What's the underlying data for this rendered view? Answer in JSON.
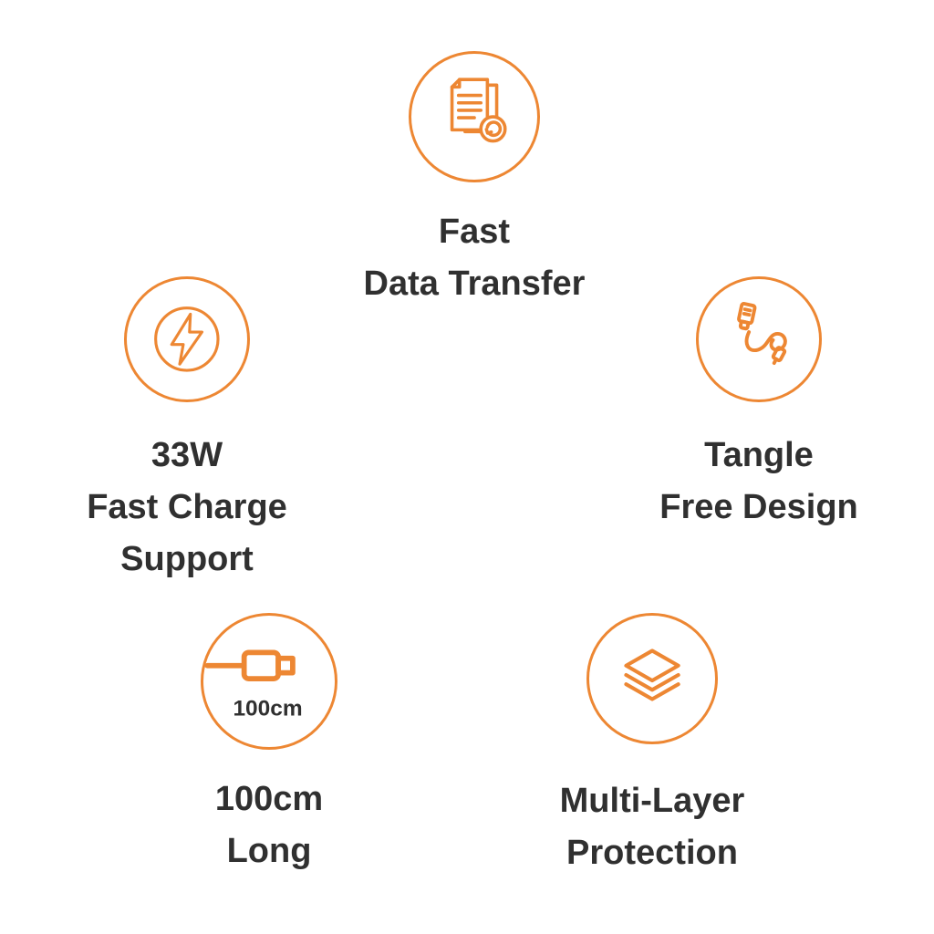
{
  "page": {
    "background": "#ffffff",
    "accent_color": "#ED8733",
    "text_color": "#303030"
  },
  "features": [
    {
      "name": "fast-data-transfer",
      "icon": "documents-transfer-icon",
      "lines": [
        "Fast",
        "Data Transfer"
      ]
    },
    {
      "name": "fast-charge-support",
      "icon": "lightning-bolt-icon",
      "lines": [
        "33W",
        "Fast Charge",
        "Support"
      ]
    },
    {
      "name": "tangle-free-design",
      "icon": "tangle-free-cable-icon",
      "lines": [
        "Tangle",
        "Free Design"
      ]
    },
    {
      "name": "cable-length",
      "icon": "cable-length-icon",
      "icon_label": "100cm",
      "lines": [
        "100cm",
        "Long"
      ]
    },
    {
      "name": "multi-layer-protection",
      "icon": "stacked-layers-icon",
      "lines": [
        "Multi-Layer",
        "Protection"
      ]
    }
  ]
}
